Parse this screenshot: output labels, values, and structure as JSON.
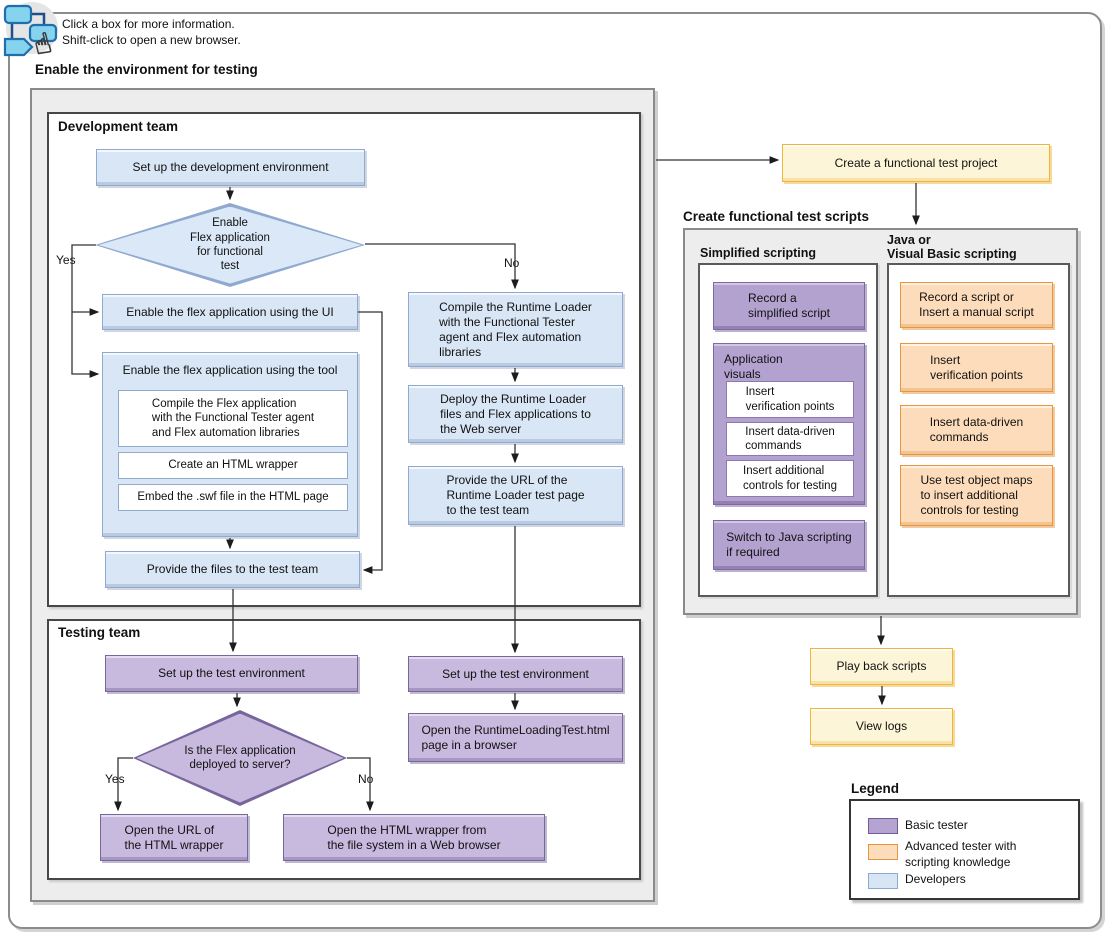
{
  "instructions": {
    "line1": "Click a box for more information.",
    "line2": "Shift-click to open a new browser."
  },
  "sections": {
    "enable_env": "Enable the environment for testing",
    "dev_team": "Development team",
    "testing_team": "Testing team",
    "create_scripts": "Create functional test scripts",
    "simplified": "Simplified scripting",
    "java_vb": "Java or\nVisual Basic scripting",
    "legend": "Legend"
  },
  "branch_labels": {
    "yes1": "Yes",
    "no1": "No",
    "yes2": "Yes",
    "no2": "No"
  },
  "nodes": {
    "setup_dev": "Set up the development environment",
    "enable_flex_q": "Enable\nFlex application\nfor functional\ntest",
    "enable_ui": "Enable the flex application using the UI",
    "enable_tool": "Enable the flex application using the tool",
    "compile_flex": "Compile the Flex application\nwith the Functional Tester agent\nand Flex automation libraries",
    "create_wrapper": "Create an HTML wrapper",
    "embed_swf": "Embed the .swf file in the HTML page",
    "provide_files": "Provide the files to the test team",
    "compile_runtime": "Compile the Runtime Loader\nwith the Functional Tester\nagent and Flex automation\nlibraries",
    "deploy_runtime": "Deploy the Runtime Loader\nfiles and Flex applications to\nthe Web server",
    "provide_url": "Provide the URL of the\nRuntime Loader test page\nto the test team",
    "setup_test_1": "Set up the test environment",
    "deployed_q": "Is the Flex application\ndeployed to server?",
    "open_url": "Open the URL of\nthe HTML wrapper",
    "open_wrapper": "Open the HTML wrapper from\nthe file system in a Web browser",
    "setup_test_2": "Set up the test environment",
    "open_runtime": "Open the RuntimeLoadingTest.html\npage in a browser",
    "create_project": "Create a functional test project",
    "record_simplified": "Record a\nsimplified script",
    "app_visuals": "Application\nvisuals",
    "insert_vp_s": "Insert\nverification points",
    "insert_dd_s": "Insert data-driven\ncommands",
    "insert_ac_s": "Insert additional\ncontrols for testing",
    "switch_java": "Switch to Java scripting\nif required",
    "record_script": "Record a script or\nInsert a manual script",
    "insert_vp_j": "Insert\nverification points",
    "insert_dd_j": "Insert data-driven\ncommands",
    "use_maps": "Use test object maps\nto insert additional\ncontrols for testing",
    "play_back": "Play back scripts",
    "view_logs": "View logs"
  },
  "legend_items": [
    {
      "label": "Basic tester",
      "color": "#b5a3d1"
    },
    {
      "label": "Advanced tester with\nscripting knowledge",
      "color": "#fcdcba"
    },
    {
      "label": "Developers",
      "color": "#d8e5f4"
    }
  ],
  "colors": {
    "developers_fill": "#d8e5f4",
    "developers_border": "#8fa9d0",
    "basic_tester_fill": "#c7bade",
    "basic_tester_border": "#776699",
    "advanced_fill": "#fcdcba",
    "advanced_border": "#e9953d",
    "milestone_fill": "#fdf5d8",
    "milestone_border": "#f1b53a"
  }
}
